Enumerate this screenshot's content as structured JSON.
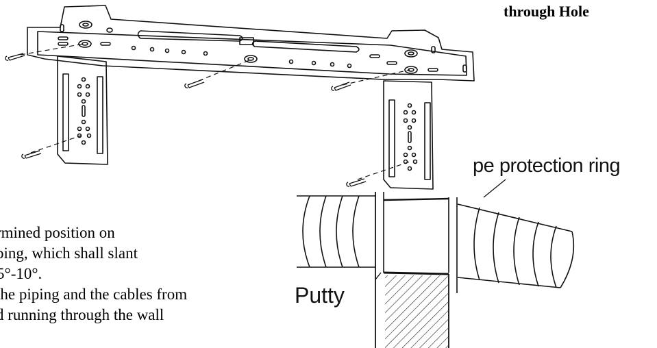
{
  "heading": "through Hole",
  "labels": {
    "ring": "pe protection ring",
    "putty": "Putty"
  },
  "body_lines": [
    "rmined position on",
    "ping, which shall slant",
    "5°-10°.",
    "the piping and the cables from",
    "d running through the wall"
  ]
}
